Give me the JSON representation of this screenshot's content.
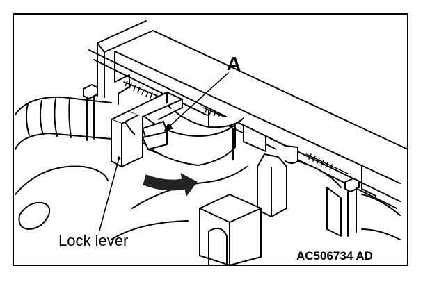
{
  "figure": {
    "label_a": "A",
    "label_lock_lever": "Lock lever",
    "figure_code": "AC506734 AD"
  },
  "colors": {
    "stroke": "#000000",
    "background": "#ffffff",
    "arrow_fill": "#222222"
  },
  "icons": {
    "motion_arrow": "curved-arrow-icon"
  }
}
